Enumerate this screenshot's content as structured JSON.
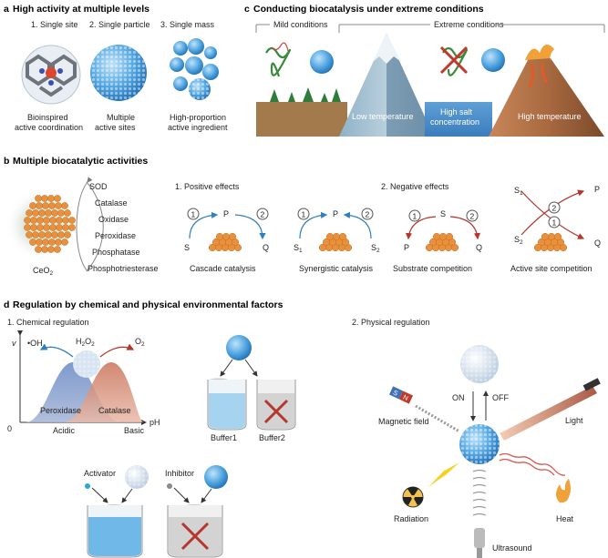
{
  "panel_a": {
    "letter": "a",
    "title": "High activity at multiple levels",
    "items": [
      {
        "label": "1. Single site",
        "caption_1": "Bioinspired",
        "caption_2": "active coordination"
      },
      {
        "label": "2. Single particle",
        "caption_1": "Multiple",
        "caption_2": "active sites"
      },
      {
        "label": "3. Single mass",
        "caption_1": "High-proportion",
        "caption_2": "active ingredient"
      }
    ]
  },
  "panel_c": {
    "letter": "c",
    "title": "Conducting biocatalysis under extreme conditions",
    "mild": "Mild conditions",
    "extreme": "Extreme conditions",
    "low_temp": "Low temperature",
    "salt_1": "High salt",
    "salt_2": "concentration",
    "high_temp": "High temperature"
  },
  "panel_b": {
    "letter": "b",
    "title": "Multiple biocatalytic activities",
    "activities": [
      "SOD",
      "Catalase",
      "Oxidase",
      "Peroxidase",
      "Phosphatase",
      "Phosphotriesterase"
    ],
    "ceo2": "CeO",
    "ceo2_sub": "2",
    "positive": "1. Positive effects",
    "negative": "2. Negative effects",
    "mechanisms": [
      "Cascade catalysis",
      "Synergistic catalysis",
      "Substrate competition",
      "Active site competition"
    ],
    "step_1": "1",
    "step_2": "2",
    "S": "S",
    "P": "P",
    "Q": "Q",
    "S1": "S",
    "S2": "S",
    "sub1": "1",
    "sub2": "2"
  },
  "panel_d": {
    "letter": "d",
    "title": "Regulation by chemical and physical environmental factors",
    "chemical": "1. Chemical regulation",
    "physical": "2. Physical regulation",
    "v": "v",
    "ph": "pH",
    "zero": "0",
    "acidic": "Acidic",
    "basic": "Basic",
    "peroxidase": "Peroxidase",
    "catalase": "Catalase",
    "oh": "•OH",
    "h2o2": "H",
    "h2o2_sub": "2",
    "h2o2_o": "O",
    "o2": "O",
    "o2_sub": "2",
    "buffer1": "Buffer1",
    "buffer2": "Buffer2",
    "activator": "Activator",
    "inhibitor": "Inhibitor",
    "on": "ON",
    "off": "OFF",
    "magnetic": "Magnetic field",
    "light": "Light",
    "radiation": "Radiation",
    "heat": "Heat",
    "ultrasound": "Ultrasound",
    "magnet_s": "S",
    "magnet_n": "N"
  },
  "colors": {
    "blue": "#3f8fd0",
    "light_blue": "#a6d4f0",
    "orange": "#e8903c",
    "red": "#b5362c",
    "green": "#2e8b3e"
  }
}
